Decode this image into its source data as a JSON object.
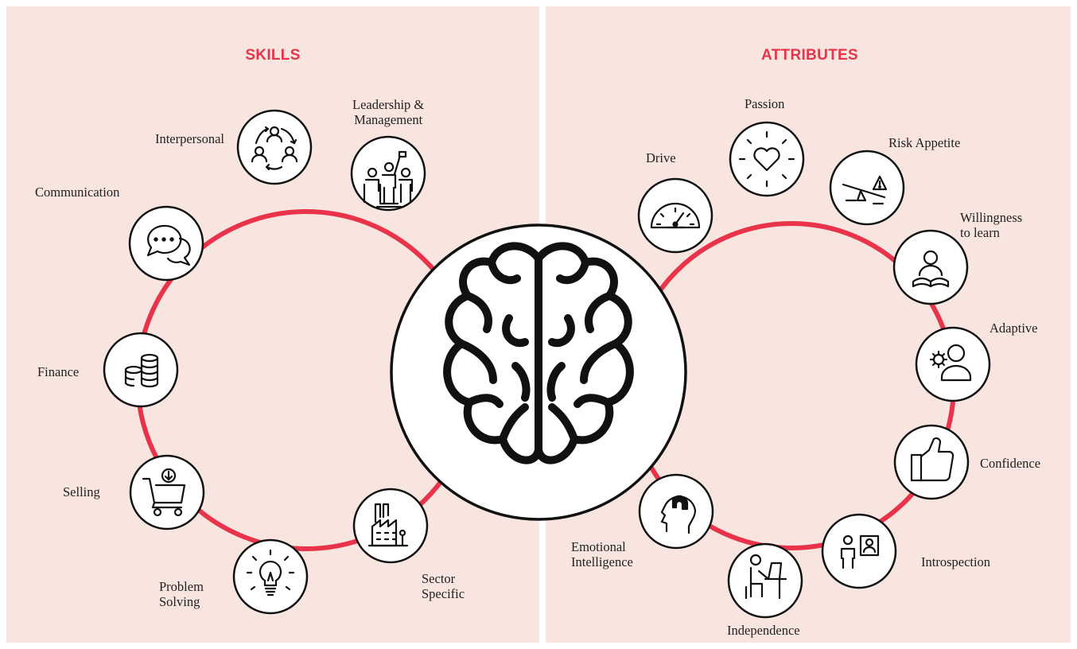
{
  "colors": {
    "accent": "#e8334a",
    "panel": "#f9e5df",
    "ink": "#111111"
  },
  "skills": {
    "title": "SKILLS",
    "items": [
      {
        "label": "Leadership &\nManagement",
        "icon": "leadership-icon"
      },
      {
        "label": "Interpersonal",
        "icon": "interpersonal-icon"
      },
      {
        "label": "Communication",
        "icon": "communication-icon"
      },
      {
        "label": "Finance",
        "icon": "finance-icon"
      },
      {
        "label": "Selling",
        "icon": "selling-icon"
      },
      {
        "label": "Problem\nSolving",
        "icon": "problem-solving-icon"
      },
      {
        "label": "Sector\nSpecific",
        "icon": "sector-specific-icon"
      }
    ]
  },
  "attributes": {
    "title": "ATTRIBUTES",
    "items": [
      {
        "label": "Passion",
        "icon": "passion-icon"
      },
      {
        "label": "Drive",
        "icon": "drive-icon"
      },
      {
        "label": "Risk Appetite",
        "icon": "risk-appetite-icon"
      },
      {
        "label": "Willingness\nto learn",
        "icon": "willingness-to-learn-icon"
      },
      {
        "label": "Adaptive",
        "icon": "adaptive-icon"
      },
      {
        "label": "Confidence",
        "icon": "confidence-icon"
      },
      {
        "label": "Introspection",
        "icon": "introspection-icon"
      },
      {
        "label": "Independence",
        "icon": "independence-icon"
      },
      {
        "label": "Emotional\nIntelligence",
        "icon": "emotional-intelligence-icon"
      }
    ]
  },
  "center": {
    "icon": "brain-icon"
  }
}
